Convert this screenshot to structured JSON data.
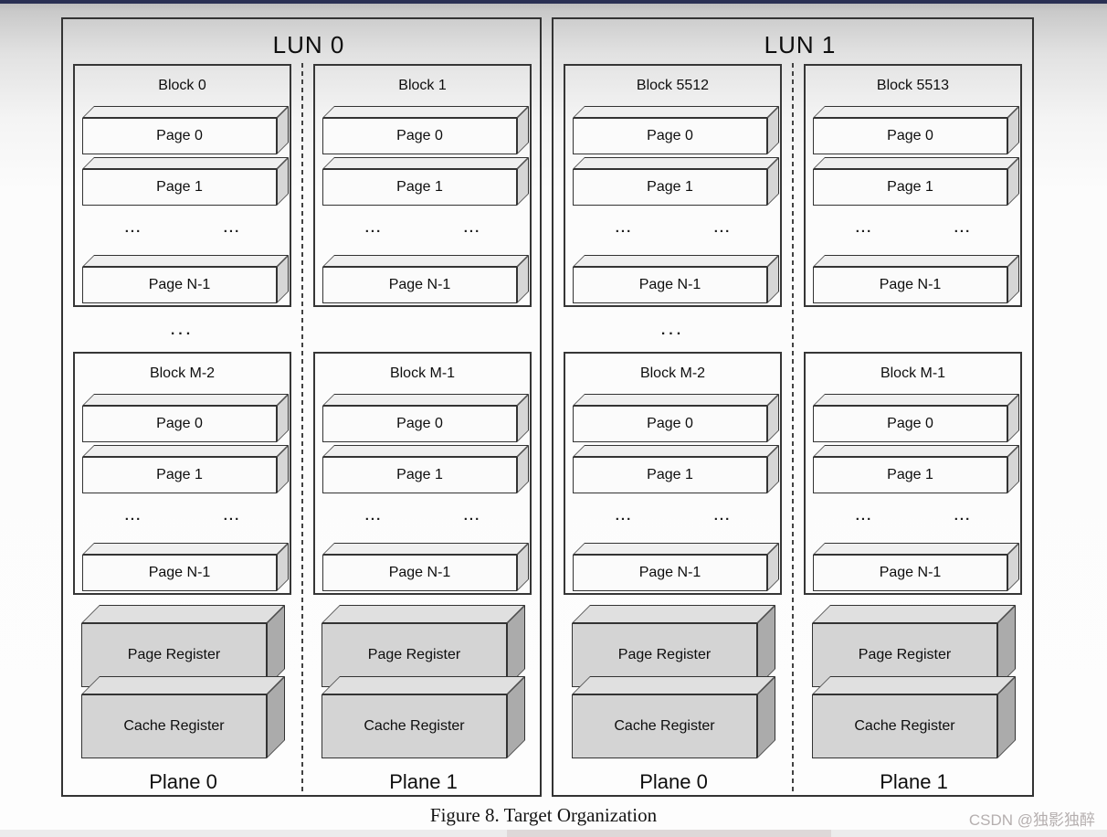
{
  "page": {
    "caption": "Figure 8. Target Organization",
    "watermark": "CSDN @独影独醉"
  },
  "diagram": {
    "ellipsis": "...",
    "luns": [
      {
        "title": "LUN 0",
        "planes": [
          {
            "label": "Plane 0",
            "blocks": [
              {
                "title": "Block 0",
                "pages": [
                  "Page 0",
                  "Page 1",
                  "Page N-1"
                ]
              },
              {
                "title": "Block M-2",
                "pages": [
                  "Page 0",
                  "Page 1",
                  "Page N-1"
                ]
              }
            ],
            "registers": [
              "Page Register",
              "Cache Register"
            ]
          },
          {
            "label": "Plane 1",
            "blocks": [
              {
                "title": "Block 1",
                "pages": [
                  "Page 0",
                  "Page 1",
                  "Page N-1"
                ]
              },
              {
                "title": "Block M-1",
                "pages": [
                  "Page 0",
                  "Page 1",
                  "Page N-1"
                ]
              }
            ],
            "registers": [
              "Page Register",
              "Cache Register"
            ]
          }
        ]
      },
      {
        "title": "LUN 1",
        "planes": [
          {
            "label": "Plane 0",
            "blocks": [
              {
                "title": "Block 5512",
                "pages": [
                  "Page 0",
                  "Page 1",
                  "Page N-1"
                ]
              },
              {
                "title": "Block M-2",
                "pages": [
                  "Page 0",
                  "Page 1",
                  "Page N-1"
                ]
              }
            ],
            "registers": [
              "Page Register",
              "Cache Register"
            ]
          },
          {
            "label": "Plane 1",
            "blocks": [
              {
                "title": "Block 5513",
                "pages": [
                  "Page 0",
                  "Page 1",
                  "Page N-1"
                ]
              },
              {
                "title": "Block M-1",
                "pages": [
                  "Page 0",
                  "Page 1",
                  "Page N-1"
                ]
              }
            ],
            "registers": [
              "Page Register",
              "Cache Register"
            ]
          }
        ]
      }
    ]
  }
}
